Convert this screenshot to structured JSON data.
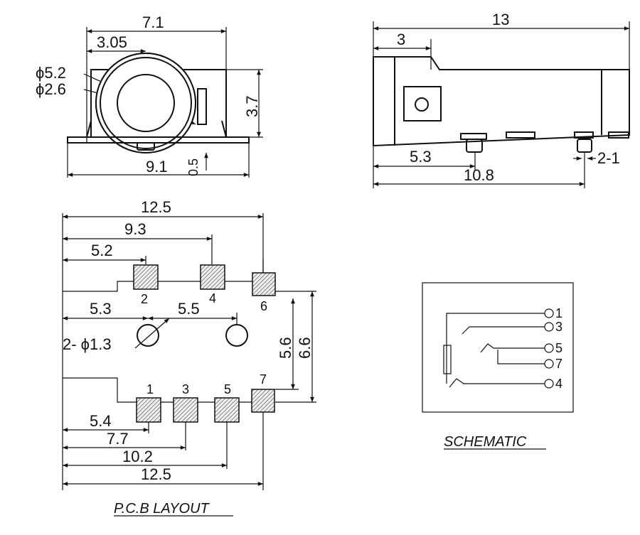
{
  "front_view": {
    "width_7_1": "7.1",
    "offset_3_05": "3.05",
    "dia_5_2": "ϕ5.2",
    "dia_2_6": "ϕ2.6",
    "height_3_7": "3.7",
    "base_9_1": "9.1",
    "thick_0_5": "0.5"
  },
  "side_view": {
    "length_13": "13",
    "offset_3": "3",
    "pin_5_3": "5.3",
    "pin_10_8": "10.8",
    "pin_2_1": "2-1"
  },
  "pcb_layout": {
    "caption": "P.C.B LAYOUT",
    "dim_12_5_top": "12.5",
    "dim_9_3": "9.3",
    "dim_5_2": "5.2",
    "dim_5_3": "5.3",
    "dim_5_5": "5.5",
    "hole_label": "2- ϕ1.3",
    "dim_5_6": "5.6",
    "dim_6_6": "6.6",
    "dim_5_4": "5.4",
    "dim_7_7": "7.7",
    "dim_10_2": "10.2",
    "dim_12_5_bottom": "12.5",
    "pins_top": [
      "2",
      "4",
      "6"
    ],
    "pins_bottom": [
      "1",
      "3",
      "5",
      "7"
    ]
  },
  "schematic": {
    "caption": "SCHEMATIC",
    "pins": [
      "1",
      "3",
      "5",
      "7",
      "4"
    ]
  }
}
